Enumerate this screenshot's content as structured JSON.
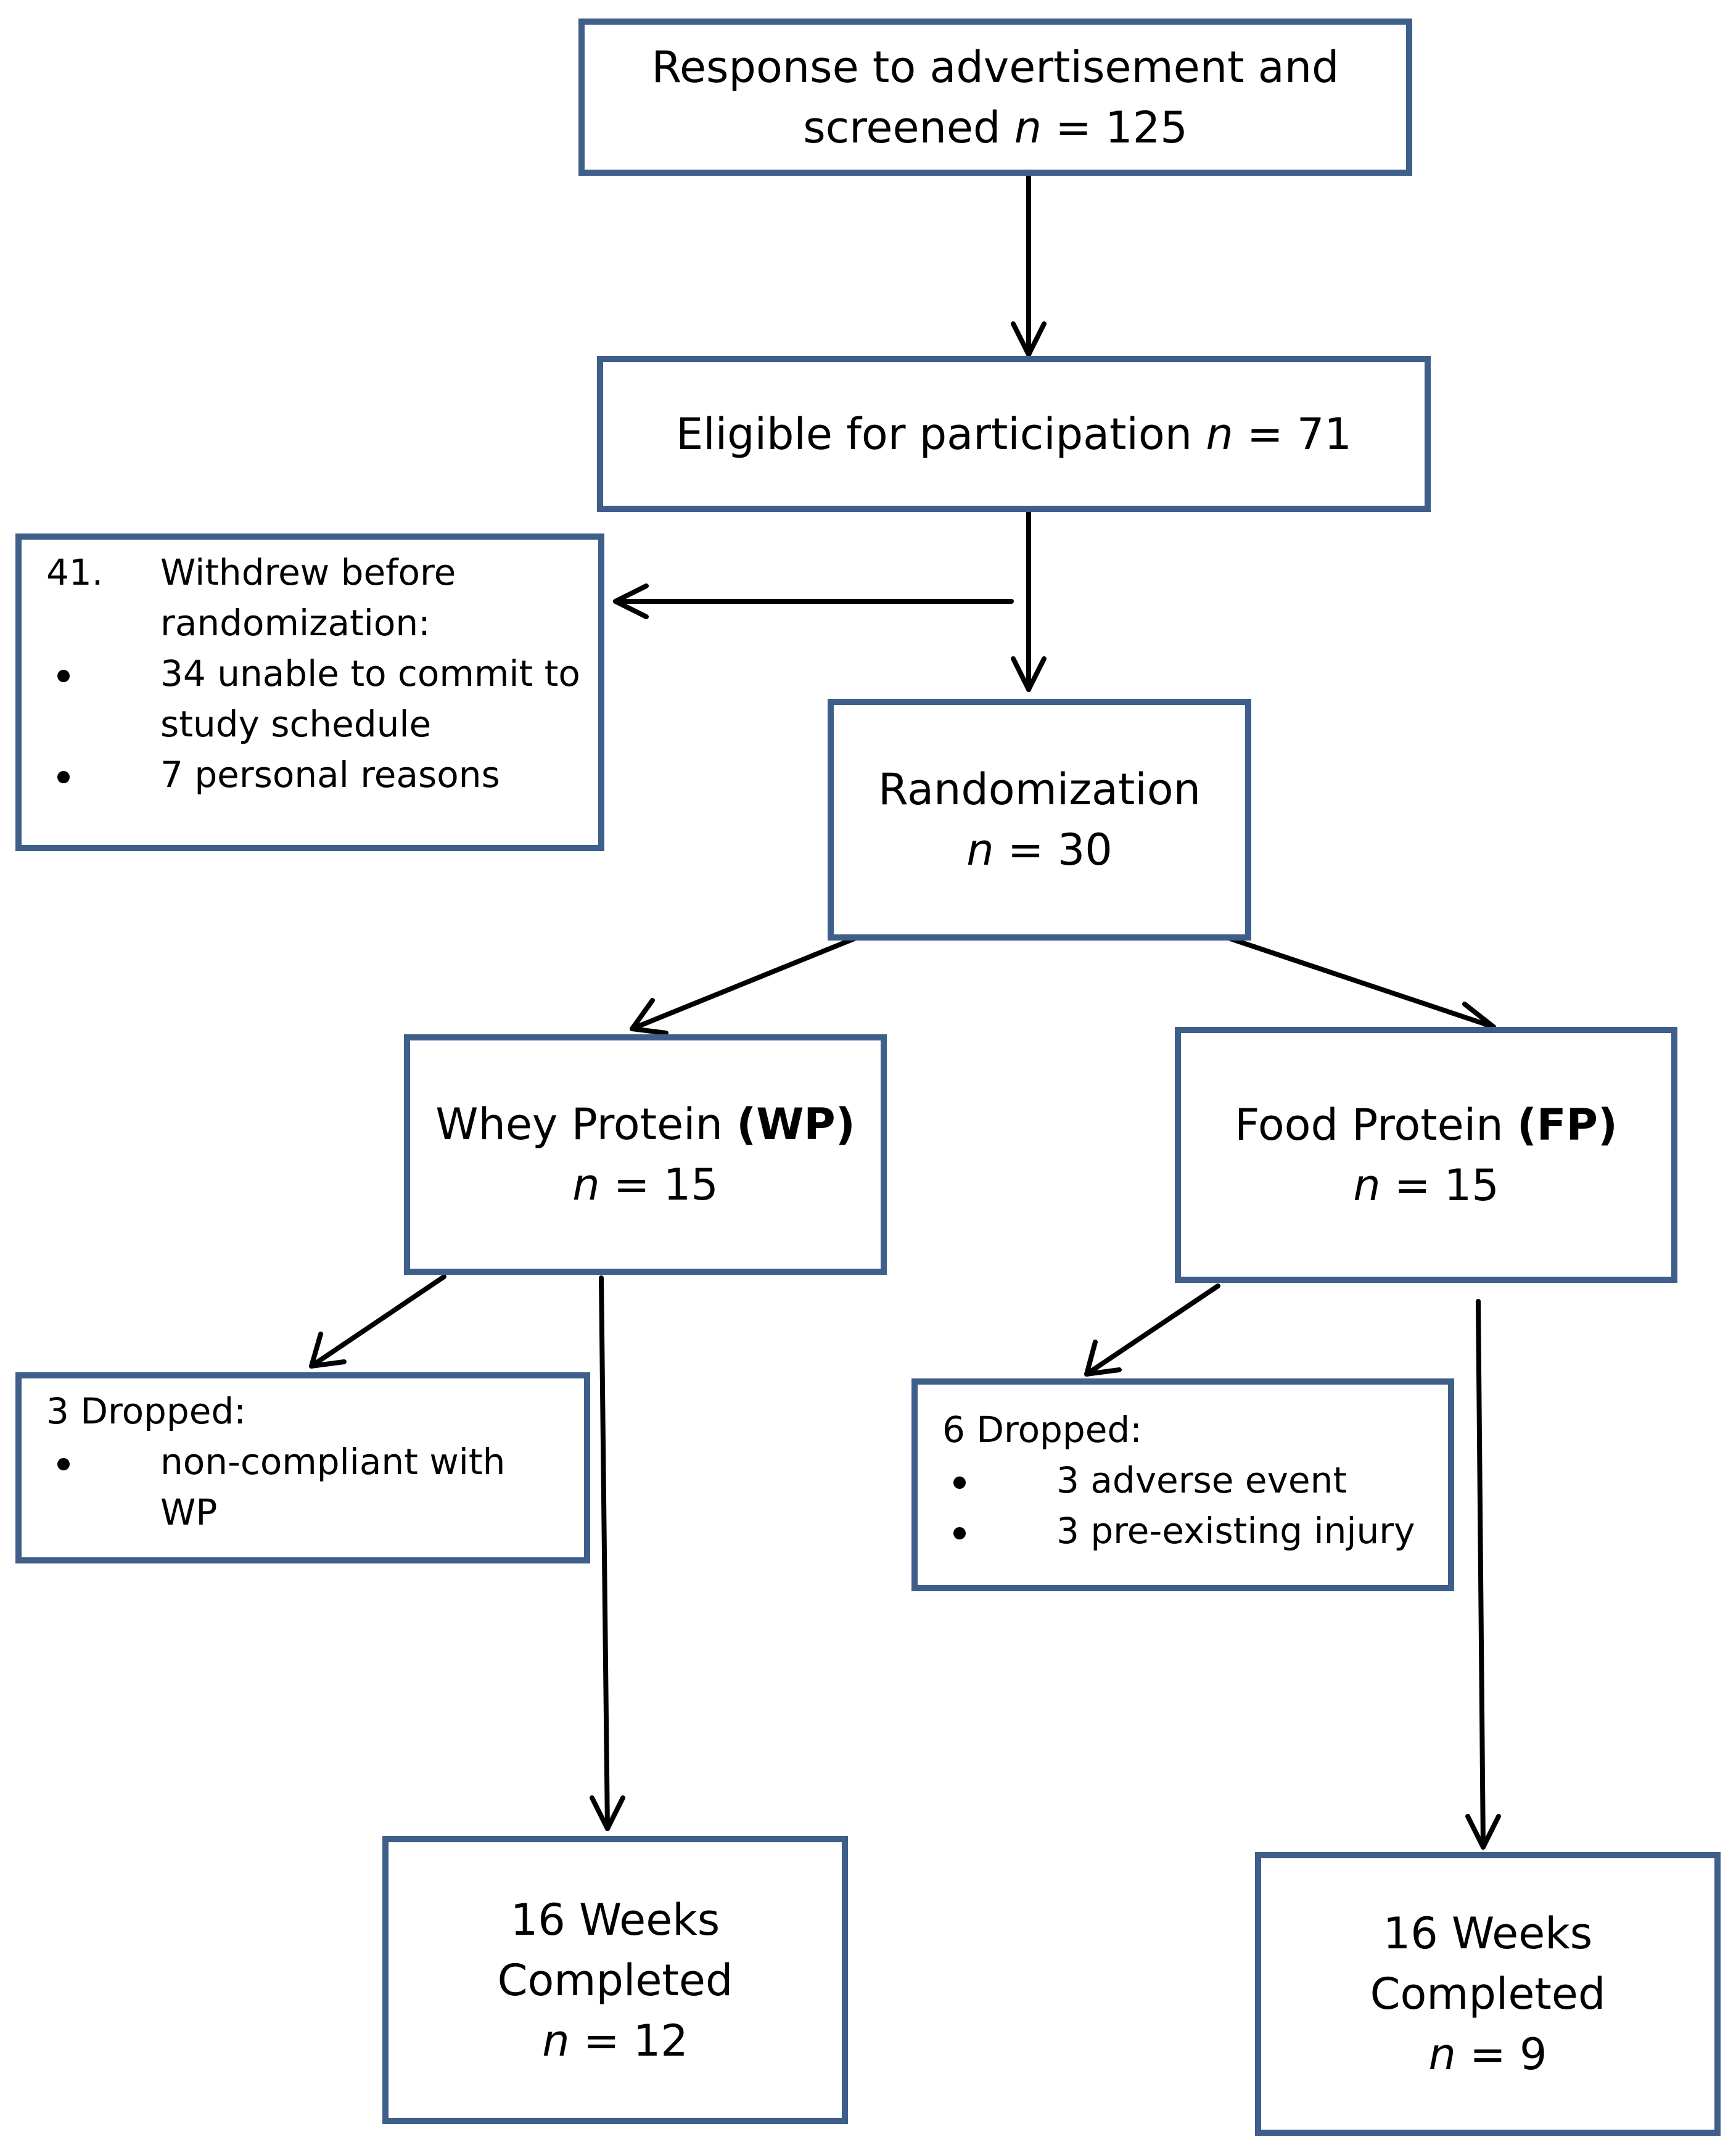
{
  "screened": {
    "line1": "Response to advertisement and",
    "line2_text": "screened ",
    "line2_n": "n",
    "line2_value": " = 125"
  },
  "eligible": {
    "text": "Eligible for participation ",
    "n": "n",
    "value": " = 71"
  },
  "withdrew": {
    "number": "41.",
    "heading_line1": "Withdrew before",
    "heading_line2": "randomization:",
    "items": [
      {
        "line1": "34 unable to commit to",
        "line2": "study schedule"
      },
      {
        "line1": "7 personal reasons"
      }
    ]
  },
  "randomization": {
    "title": "Randomization",
    "n": "n",
    "value": " = 30"
  },
  "whey": {
    "title": "Whey Protein ",
    "abbr": "(WP)",
    "n": "n",
    "value": " = 15"
  },
  "food": {
    "title": "Food Protein ",
    "abbr": "(FP)",
    "n": "n",
    "value": " = 15"
  },
  "whey_dropped": {
    "heading": "3 Dropped:",
    "items": [
      {
        "line1": "non-compliant with",
        "line2": "WP"
      }
    ]
  },
  "food_dropped": {
    "heading": "6 Dropped:",
    "items": [
      {
        "line1": "3 adverse event"
      },
      {
        "line1": "3 pre-existing injury"
      }
    ]
  },
  "whey_completed": {
    "line1": "16 Weeks",
    "line2": "Completed",
    "n": "n",
    "value": " = 12"
  },
  "food_completed": {
    "line1": "16 Weeks",
    "line2": "Completed",
    "n": "n",
    "value": " = 9"
  },
  "colors": {
    "box_border": "#3e5f8a",
    "arrow": "#000000",
    "background": "#ffffff"
  }
}
